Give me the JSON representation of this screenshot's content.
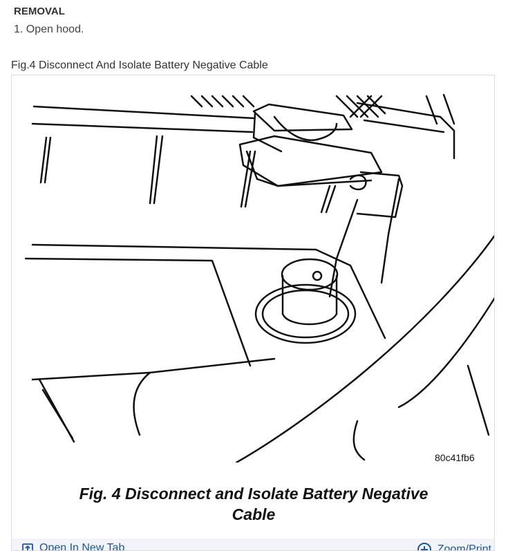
{
  "section": {
    "heading": "REMOVAL",
    "step": "1. Open hood."
  },
  "figure": {
    "title": "Fig.4 Disconnect And Isolate Battery Negative Cable",
    "drawing_id": "80c41fb6",
    "caption_line1": "Fig. 4 Disconnect and Isolate Battery Negative",
    "caption_line2": "Cable"
  },
  "toolbar": {
    "open_new_tab": {
      "label": "Open In New Tab",
      "icon": "external-tab-icon"
    },
    "zoom_print": {
      "label": "Zoom/Print",
      "icon": "plus-circle-icon"
    }
  },
  "colors": {
    "link": "#1e56a0",
    "toolbar_bg": "#f1f4f8"
  }
}
